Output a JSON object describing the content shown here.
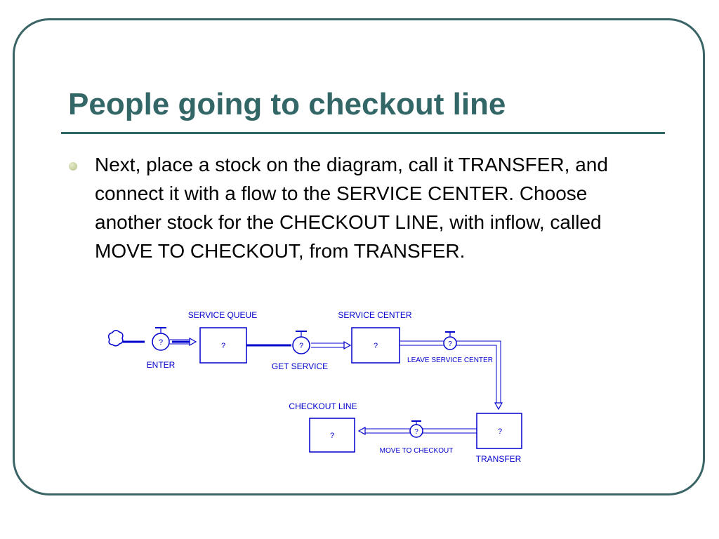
{
  "slide": {
    "title": "People going to checkout line",
    "bullet": "Next, place a stock on the diagram, call it TRANSFER, and connect it with a flow to the SERVICE CENTER. Choose another stock for the CHECKOUT LINE, with inflow, called MOVE TO CHECKOUT, from TRANSFER."
  },
  "diagram": {
    "stocks": {
      "service_queue": {
        "label": "SERVICE QUEUE",
        "value": "?"
      },
      "service_center": {
        "label": "SERVICE CENTER",
        "value": "?"
      },
      "transfer": {
        "label": "TRANSFER",
        "value": "?"
      },
      "checkout_line": {
        "label": "CHECKOUT LINE",
        "value": "?"
      }
    },
    "flows": {
      "enter": {
        "label": "ENTER",
        "value": "?"
      },
      "get_service": {
        "label": "GET SERVICE",
        "value": "?"
      },
      "leave_service_center": {
        "label": "LEAVE SERVICE CENTER",
        "value": "?"
      },
      "move_to_checkout": {
        "label": "MOVE TO CHECKOUT",
        "value": "?"
      }
    },
    "colors": {
      "ink": "#0000cc",
      "frame": "#3a6466",
      "title": "#336666"
    }
  }
}
